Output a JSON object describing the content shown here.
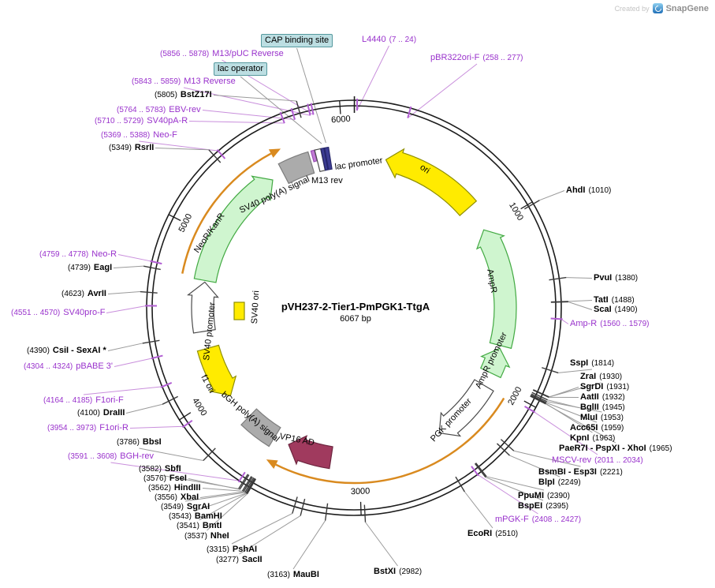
{
  "watermark": {
    "created_by": "Created by",
    "brand": "SnapGene"
  },
  "plasmid": {
    "name": "pVH237-2-Tier1-PmPGK1-TtgA",
    "size_label": "6067 bp",
    "length_bp": 6067
  },
  "tags": {
    "cap": "CAP binding site",
    "lac_operator": "lac operator"
  },
  "feature_labels": {
    "ori": "ori",
    "ampr": "AmpR",
    "ampr_promoter": "AmpR promoter",
    "pgk_promoter": "PGK promoter",
    "vp16": "VP16 AD",
    "bgh_polya": "bGH poly(A) signal",
    "f1_ori": "f1 ori",
    "sv40_promoter": "SV40 promoter",
    "sv40_ori": "SV40 ori",
    "neor": "NeoR/KanR",
    "sv40_polya": "SV40 poly(A) signal",
    "m13_rev": "M13 rev",
    "lac_promoter": "lac promoter"
  },
  "axis": [
    {
      "label": "1000",
      "bp": 1000
    },
    {
      "label": "2000",
      "bp": 2000
    },
    {
      "label": "3000",
      "bp": 3000
    },
    {
      "label": "4000",
      "bp": 4000
    },
    {
      "label": "5000",
      "bp": 5000
    },
    {
      "label": "6000",
      "bp": 6000
    }
  ],
  "colors": {
    "primer_label": "#9932CC",
    "enzyme_label": "#000000",
    "orf": "#D98A1F",
    "tick_primer": "#B25FD3",
    "tick_enzyme": "#3a3a3a",
    "tag_bg": "#BCDEE2",
    "tag_border": "#56999E"
  },
  "features": [
    {
      "id": "ori",
      "name": "ori",
      "shape": "arrow",
      "dir": "ccw",
      "start": 205,
      "end": 825,
      "fill": "#FFEB00",
      "stroke": "#8F8F00"
    },
    {
      "id": "ampr",
      "name": "AmpR",
      "shape": "arrow",
      "dir": "ccw",
      "start": 995,
      "end": 1760,
      "fill": "#CFF5CF",
      "stroke": "#42A942"
    },
    {
      "id": "ampr-promoter",
      "name": "AmpR promoter",
      "shape": "arrow",
      "dir": "ccw",
      "start": 1778,
      "end": 1945,
      "fill": "#CFF5CF",
      "stroke": "#42A942"
    },
    {
      "id": "pgk-promoter",
      "name": "PGK promoter",
      "shape": "arrow",
      "dir": "cw",
      "start": 2035,
      "end": 2455,
      "fill": "#FFFFFF",
      "stroke": "#4A4A4A"
    },
    {
      "id": "vp16-ad",
      "name": "VP16 AD",
      "shape": "arrow",
      "dir": "cw",
      "start": 3180,
      "end": 3465,
      "fill": "#A03A5E",
      "stroke": "#6E2640"
    },
    {
      "id": "bgh-polya",
      "name": "bGH poly(A) signal",
      "shape": "box",
      "start": 3565,
      "end": 3775,
      "fill": "#ABABAB",
      "stroke": "#7D7D7D"
    },
    {
      "id": "f1-ori",
      "name": "f1 ori",
      "shape": "arrow",
      "dir": "ccw",
      "start": 3954,
      "end": 4290,
      "fill": "#FFEB00",
      "stroke": "#8F8F00"
    },
    {
      "id": "sv40-promoter",
      "name": "SV40 promoter",
      "shape": "arrow",
      "dir": "cw",
      "start": 4400,
      "end": 4715,
      "fill": "#FFFFFF",
      "stroke": "#4A4A4A"
    },
    {
      "id": "neor-kanr",
      "name": "NeoR/KanR",
      "shape": "arrow",
      "dir": "cw",
      "start": 4725,
      "end": 5520,
      "fill": "#CFF5CF",
      "stroke": "#42A942"
    },
    {
      "id": "sv40-polya",
      "name": "SV40 poly(A) signal",
      "shape": "box",
      "start": 5600,
      "end": 5790,
      "fill": "#ABABAB",
      "stroke": "#7D7D7D"
    },
    {
      "id": "m13-rev-seg",
      "name": "M13 rev",
      "shape": "box",
      "half": true,
      "start": 5808,
      "end": 5828,
      "fill": "#C47DD6",
      "stroke": "#9A4FB4"
    },
    {
      "id": "lac-promoter-seg",
      "name": "lac promoter",
      "shape": "box",
      "start": 5831,
      "end": 5867,
      "fill": "#FFFFFF",
      "stroke": "#4A4A4A"
    },
    {
      "id": "lac-operator-seg",
      "name": "lac operator",
      "shape": "box",
      "start": 5869,
      "end": 5887,
      "fill": "#3D3D93",
      "stroke": "#27276B"
    },
    {
      "id": "cap-site-seg",
      "name": "CAP binding site",
      "shape": "box",
      "start": 5891,
      "end": 5915,
      "fill": "#3D3D93",
      "stroke": "#27276B"
    },
    {
      "id": "sv40-ori",
      "name": "SV40 ori",
      "shape": "free_rect",
      "fill": "#FFEB00",
      "stroke": "#8F8F00"
    }
  ],
  "orfs": [
    {
      "start": 2040,
      "end": 3540
    },
    {
      "start": 4740,
      "end": 5650
    }
  ],
  "sites": [
    {
      "id": "l4440",
      "type": "primer",
      "name": "L4440",
      "pos": "(7 .. 24)",
      "bp": 15
    },
    {
      "id": "pbr322ori_f",
      "type": "primer",
      "name": "pBR322ori-F",
      "pos": "(258 .. 277)",
      "bp": 267
    },
    {
      "id": "m13_puc_reverse",
      "type": "primer",
      "name": "M13/pUC Reverse",
      "pos": "(5856 .. 5878)",
      "bp": 5867
    },
    {
      "id": "m13_reverse",
      "type": "primer",
      "name": "M13 Reverse",
      "pos": "(5843 .. 5859)",
      "bp": 5851
    },
    {
      "id": "bstz17i",
      "type": "enzyme",
      "name": "BstZ17I",
      "pos": "(5805)",
      "bp": 5805
    },
    {
      "id": "ebv_rev",
      "type": "primer",
      "name": "EBV-rev",
      "pos": "(5764 .. 5783)",
      "bp": 5773
    },
    {
      "id": "sv40pa_r",
      "type": "primer",
      "name": "SV40pA-R",
      "pos": "(5710 .. 5729)",
      "bp": 5719
    },
    {
      "id": "neo_f",
      "type": "primer",
      "name": "Neo-F",
      "pos": "(5369 .. 5388)",
      "bp": 5378
    },
    {
      "id": "rsrii",
      "type": "enzyme",
      "name": "RsrII",
      "pos": "(5349)",
      "bp": 5349
    },
    {
      "id": "ahdi",
      "type": "enzyme",
      "name": "AhdI",
      "pos": "(1010)",
      "bp": 1010
    },
    {
      "id": "pvui",
      "type": "enzyme",
      "name": "PvuI",
      "pos": "(1380)",
      "bp": 1380
    },
    {
      "id": "tati",
      "type": "enzyme",
      "name": "TatI",
      "pos": "(1488)",
      "bp": 1488
    },
    {
      "id": "scai",
      "type": "enzyme",
      "name": "ScaI",
      "pos": "(1490)",
      "bp": 1490
    },
    {
      "id": "amp_r",
      "type": "primer",
      "name": "Amp-R",
      "pos": "(1560 .. 1579)",
      "bp": 1569
    },
    {
      "id": "sspi",
      "type": "enzyme",
      "name": "SspI",
      "pos": "(1814)",
      "bp": 1814
    },
    {
      "id": "zrai",
      "type": "enzyme",
      "name": "ZraI",
      "pos": "(1930)",
      "bp": 1930
    },
    {
      "id": "sgrdi",
      "type": "enzyme",
      "name": "SgrDI",
      "pos": "(1931)",
      "bp": 1931
    },
    {
      "id": "aatii",
      "type": "enzyme",
      "name": "AatII",
      "pos": "(1932)",
      "bp": 1932
    },
    {
      "id": "bglii",
      "type": "enzyme",
      "name": "BglII",
      "pos": "(1945)",
      "bp": 1945
    },
    {
      "id": "mlui",
      "type": "enzyme",
      "name": "MluI",
      "pos": "(1953)",
      "bp": 1953
    },
    {
      "id": "acc65i",
      "type": "enzyme",
      "name": "Acc65I",
      "pos": "(1959)",
      "bp": 1959
    },
    {
      "id": "kpni",
      "type": "enzyme",
      "name": "KpnI",
      "pos": "(1963)",
      "bp": 1963
    },
    {
      "id": "paer7i",
      "type": "enzyme",
      "name": "PaeR7I - PspXI - XhoI",
      "pos": "(1965)",
      "bp": 1965
    },
    {
      "id": "mscv_rev",
      "type": "primer",
      "name": "MSCV-rev",
      "pos": "(2011 .. 2034)",
      "bp": 2022
    },
    {
      "id": "bsmbi",
      "type": "enzyme",
      "name": "BsmBI - Esp3I",
      "pos": "(2221)",
      "bp": 2221
    },
    {
      "id": "blpi",
      "type": "enzyme",
      "name": "BlpI",
      "pos": "(2249)",
      "bp": 2249
    },
    {
      "id": "ppumi",
      "type": "enzyme",
      "name": "PpuMI",
      "pos": "(2390)",
      "bp": 2390
    },
    {
      "id": "bspei",
      "type": "enzyme",
      "name": "BspEI",
      "pos": "(2395)",
      "bp": 2395
    },
    {
      "id": "mpgk_f",
      "type": "primer",
      "name": "mPGK-F",
      "pos": "(2408 .. 2427)",
      "bp": 2417
    },
    {
      "id": "ecori",
      "type": "enzyme",
      "name": "EcoRI",
      "pos": "(2510)",
      "bp": 2510
    },
    {
      "id": "bstxi",
      "type": "enzyme",
      "name": "BstXI",
      "pos": "(2982)",
      "bp": 2982
    },
    {
      "id": "maubi",
      "type": "enzyme",
      "name": "MauBI",
      "pos": "(3163)",
      "bp": 3163
    },
    {
      "id": "sacii",
      "type": "enzyme",
      "name": "SacII",
      "pos": "(3277)",
      "bp": 3277
    },
    {
      "id": "pshai",
      "type": "enzyme",
      "name": "PshAI",
      "pos": "(3315)",
      "bp": 3315
    },
    {
      "id": "nhei",
      "type": "enzyme",
      "name": "NheI",
      "pos": "(3537)",
      "bp": 3537
    },
    {
      "id": "bmti",
      "type": "enzyme",
      "name": "BmtI",
      "pos": "(3541)",
      "bp": 3541
    },
    {
      "id": "bamhi",
      "type": "enzyme",
      "name": "BamHI",
      "pos": "(3543)",
      "bp": 3543
    },
    {
      "id": "sgrai",
      "type": "enzyme",
      "name": "SgrAI",
      "pos": "(3549)",
      "bp": 3549
    },
    {
      "id": "xbai",
      "type": "enzyme",
      "name": "XbaI",
      "pos": "(3556)",
      "bp": 3556
    },
    {
      "id": "hindiii",
      "type": "enzyme",
      "name": "HindIII",
      "pos": "(3562)",
      "bp": 3562
    },
    {
      "id": "fsei",
      "type": "enzyme",
      "name": "FseI",
      "pos": "(3576)",
      "bp": 3576
    },
    {
      "id": "sbfi",
      "type": "enzyme",
      "name": "SbfI",
      "pos": "(3582)",
      "bp": 3582
    },
    {
      "id": "bgh_rev",
      "type": "primer",
      "name": "BGH-rev",
      "pos": "(3591 .. 3608)",
      "bp": 3599
    },
    {
      "id": "bbsi",
      "type": "enzyme",
      "name": "BbsI",
      "pos": "(3786)",
      "bp": 3786
    },
    {
      "id": "f1ori_r",
      "type": "primer",
      "name": "F1ori-R",
      "pos": "(3954 .. 3973)",
      "bp": 3963
    },
    {
      "id": "draiii",
      "type": "enzyme",
      "name": "DraIII",
      "pos": "(4100)",
      "bp": 4100
    },
    {
      "id": "f1ori_f",
      "type": "primer",
      "name": "F1ori-F",
      "pos": "(4164 .. 4185)",
      "bp": 4174
    },
    {
      "id": "pbabe_3",
      "type": "primer",
      "name": "pBABE 3'",
      "pos": "(4304 .. 4324)",
      "bp": 4314
    },
    {
      "id": "csii",
      "type": "enzyme",
      "name": "CsiI - SexAI *",
      "pos": "(4390)",
      "bp": 4390
    },
    {
      "id": "sv40pro_f",
      "type": "primer",
      "name": "SV40pro-F",
      "pos": "(4551 .. 4570)",
      "bp": 4560
    },
    {
      "id": "avrii",
      "type": "enzyme",
      "name": "AvrII",
      "pos": "(4623)",
      "bp": 4623
    },
    {
      "id": "eagi",
      "type": "enzyme",
      "name": "EagI",
      "pos": "(4739)",
      "bp": 4739
    },
    {
      "id": "neo_r",
      "type": "primer",
      "name": "Neo-R",
      "pos": "(4759 .. 4778)",
      "bp": 4768
    }
  ]
}
